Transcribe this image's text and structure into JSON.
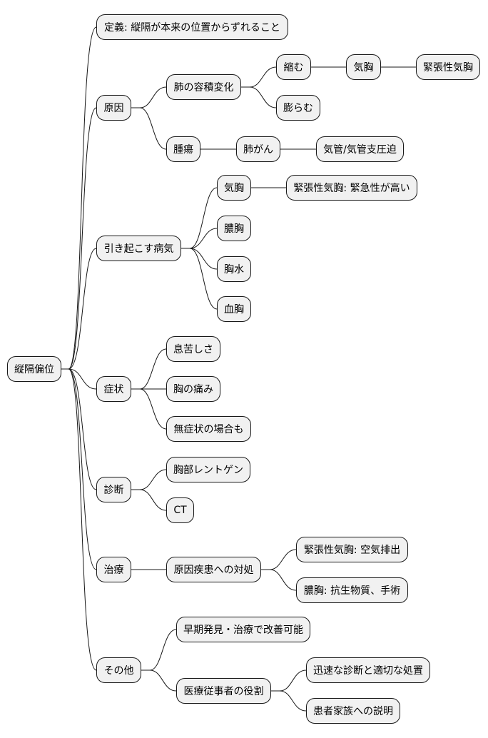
{
  "diagram": {
    "type": "mindmap",
    "colors": {
      "node_fill": "#f1f1f1",
      "node_border": "#181818",
      "edge": "#181818",
      "background": "#ffffff"
    },
    "root": {
      "label": "縦隔偏位"
    },
    "branches": {
      "definition": {
        "label": "定義: 縦隔が本来の位置からずれること"
      },
      "causes": {
        "label": "原因",
        "lung_volume": {
          "label": "肺の容積変化",
          "shrink": {
            "label": "縮む",
            "pneumothorax": {
              "label": "気胸",
              "tension": {
                "label": "緊張性気胸"
              }
            }
          },
          "expand": {
            "label": "膨らむ"
          }
        },
        "tumor": {
          "label": "腫瘍",
          "lung_cancer": {
            "label": "肺がん",
            "compression": {
              "label": "気管/気管支圧迫"
            }
          }
        }
      },
      "diseases": {
        "label": "引き起こす病気",
        "pneumothorax": {
          "label": "気胸",
          "tension": {
            "label": "緊張性気胸: 緊急性が高い"
          }
        },
        "empyema": {
          "label": "膿胸"
        },
        "pleural_effusion": {
          "label": "胸水"
        },
        "hemothorax": {
          "label": "血胸"
        }
      },
      "symptoms": {
        "label": "症状",
        "items": [
          {
            "label": "息苦しさ"
          },
          {
            "label": "胸の痛み"
          },
          {
            "label": "無症状の場合も"
          }
        ]
      },
      "diagnosis": {
        "label": "診断",
        "items": [
          {
            "label": "胸部レントゲン"
          },
          {
            "label": "CT"
          }
        ]
      },
      "treatment": {
        "label": "治療",
        "underlying": {
          "label": "原因疾患への対処",
          "items": [
            {
              "label": "緊張性気胸: 空気排出"
            },
            {
              "label": "膿胸: 抗生物質、手術"
            }
          ]
        }
      },
      "other": {
        "label": "その他",
        "early": {
          "label": "早期発見・治療で改善可能"
        },
        "staff_role": {
          "label": "医療従事者の役割",
          "items": [
            {
              "label": "迅速な診断と適切な処置"
            },
            {
              "label": "患者家族への説明"
            }
          ]
        }
      }
    }
  }
}
